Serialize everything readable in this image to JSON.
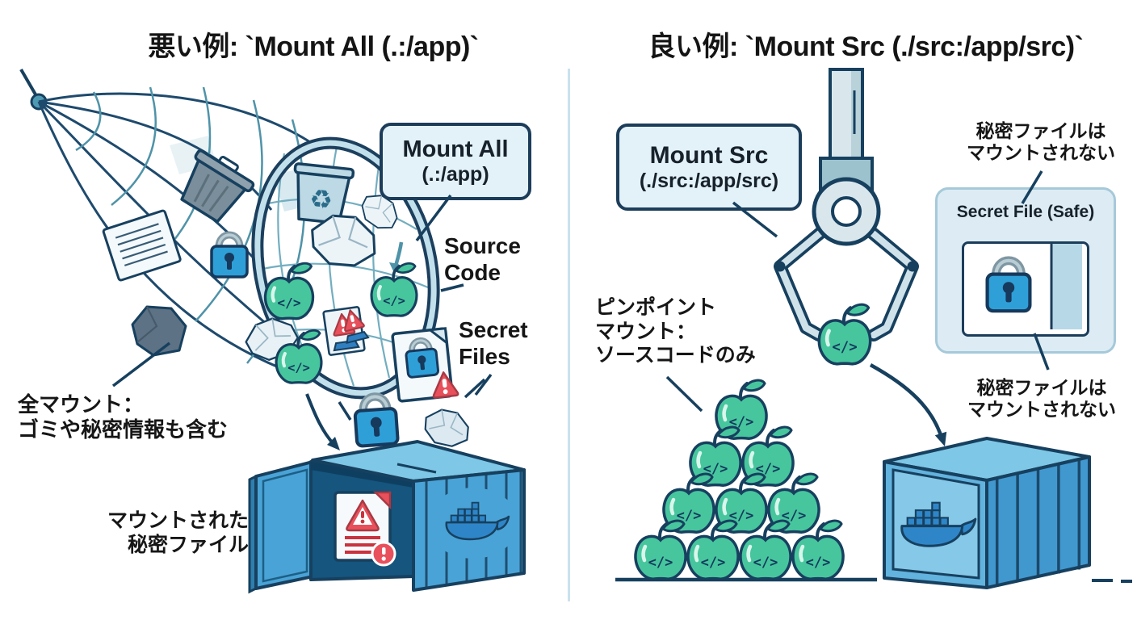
{
  "left": {
    "title": "悪い例: `Mount All (.:/app)`",
    "mount_box": {
      "line1": "Mount All",
      "line2": "(.:/app)"
    },
    "source_code_label": "Source\nCode",
    "secret_files_label": "Secret\nFiles",
    "full_mount_label": "全マウント：\nゴミや秘密情報も含む",
    "mounted_secret_label": "マウントされた\n秘密ファイル"
  },
  "right": {
    "title": "良い例: `Mount Src (./src:/app/src)`",
    "mount_box": {
      "line1": "Mount Src",
      "line2": "(./src:/app/src)"
    },
    "not_mounted_top_label": "秘密ファイルは\nマウントされない",
    "safe_panel_title": "Secret File (Safe)",
    "pinpoint_label": "ピンポイント\nマウント：\nソースコードのみ",
    "not_mounted_bottom_label": "秘密ファイルは\nマウントされない"
  },
  "icons": {
    "code_symbol": "</>",
    "recycle_symbol": "♻"
  },
  "colors": {
    "outline_navy": "#17405f",
    "net_teal": "#4f93a8",
    "apple_green": "#47c69e",
    "container_blue": "#4aa3d6",
    "container_light": "#7ec7e6",
    "panel_blue": "#e3f1f8",
    "lock_blue": "#2f9fd8",
    "alert_red": "#e8505b",
    "divider": "#c9e2ee"
  }
}
